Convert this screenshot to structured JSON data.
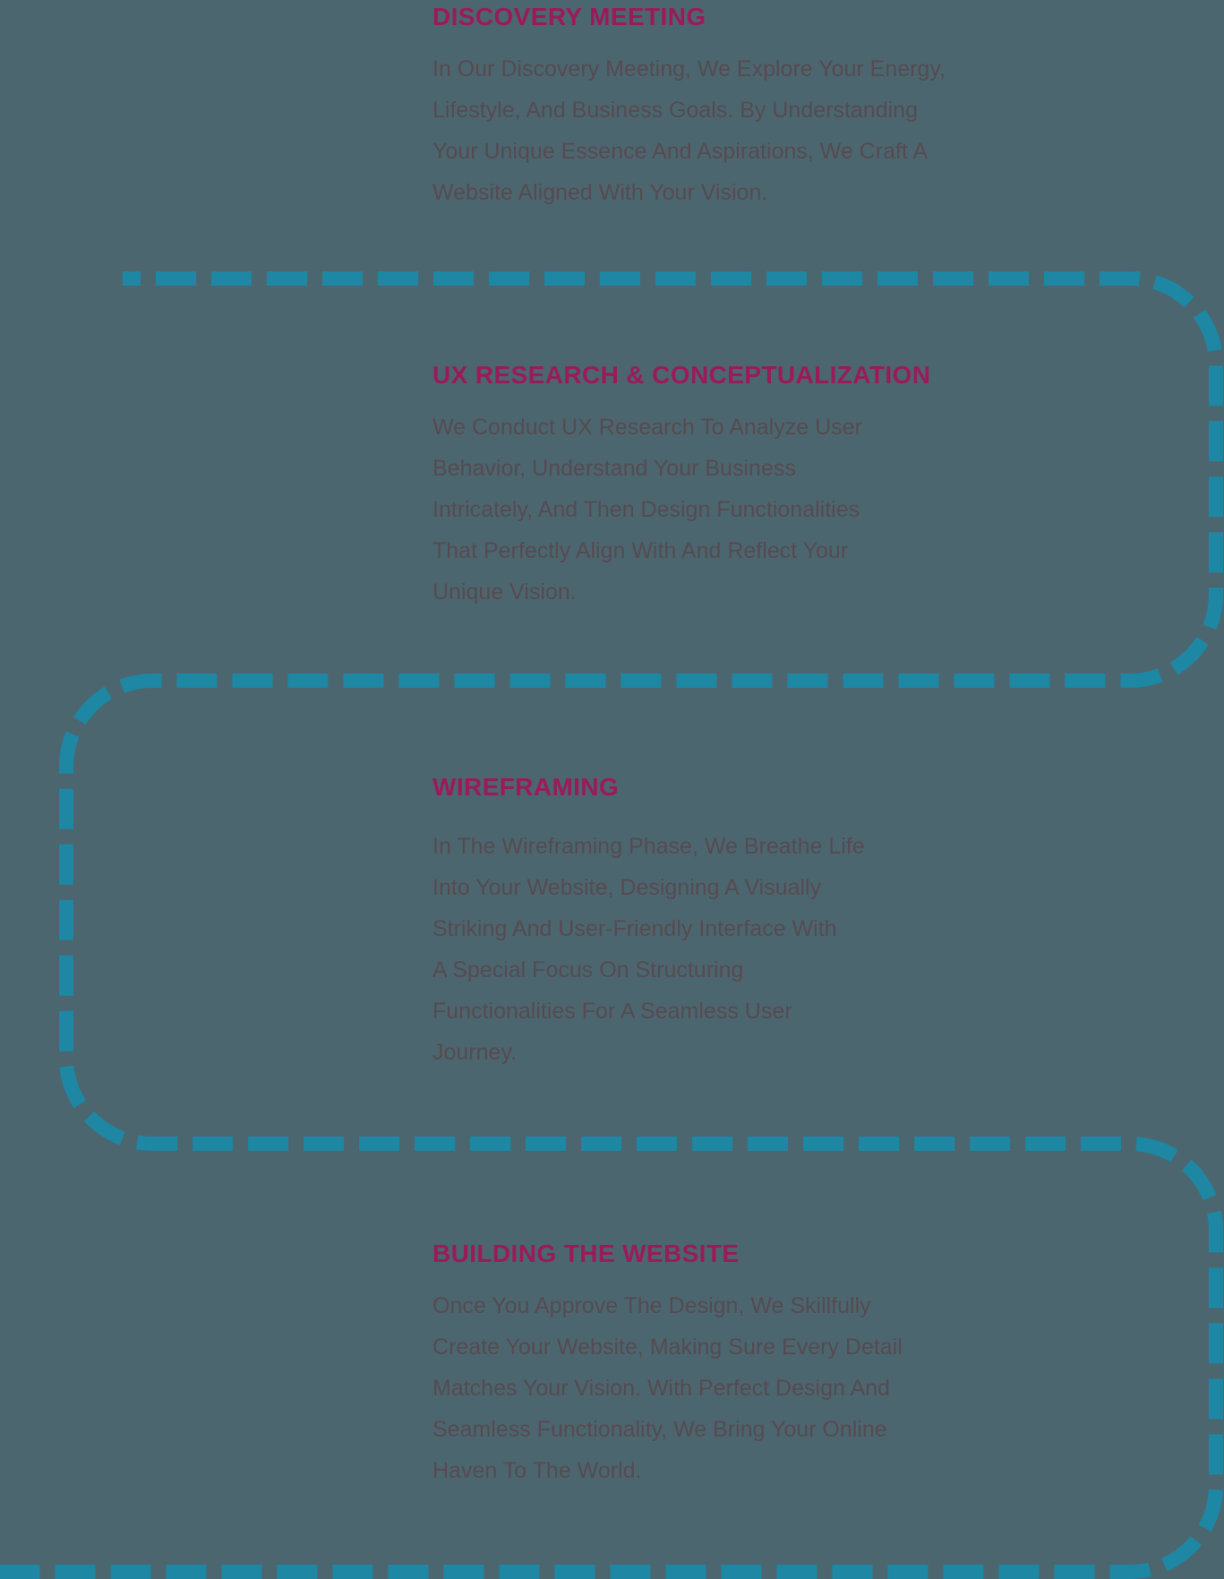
{
  "page": {
    "colors": {
      "background": "#4C6670",
      "accent_teal": "#1D87A4",
      "title_crimson": "#9A1A5A",
      "body_gray": "#564A50"
    }
  },
  "connector": {
    "style": "dashed",
    "shape": "snaking-path-with-rounded-corners",
    "color": "#1D87A4"
  },
  "steps": [
    {
      "title": "DISCOVERY MEETING",
      "description": "In Our Discovery Meeting, We Explore Your Energy,\nLifestyle, And Business Goals.  By Understanding\nYour Unique Essence And Aspirations, We Craft A\nWebsite Aligned With Your Vision."
    },
    {
      "title": "UX RESEARCH & CONCEPTUALIZATION",
      "description": "We Conduct UX Research To Analyze User\nBehavior, Understand Your Business\nIntricately, And Then Design Functionalities\nThat Perfectly Align With And Reflect Your\nUnique Vision."
    },
    {
      "title": "WIREFRAMING",
      "description": "In The Wireframing Phase, We Breathe Life\nInto Your Website, Designing A Visually\nStriking And User-Friendly Interface With\nA Special Focus On Structuring\nFunctionalities For A Seamless User\nJourney."
    },
    {
      "title": "BUILDING THE WEBSITE",
      "description": "Once You Approve The Design, We Skillfully\nCreate Your Website, Making Sure Every Detail\nMatches Your Vision. With Perfect Design And\nSeamless Functionality, We Bring Your Online\nHaven To The World."
    }
  ]
}
